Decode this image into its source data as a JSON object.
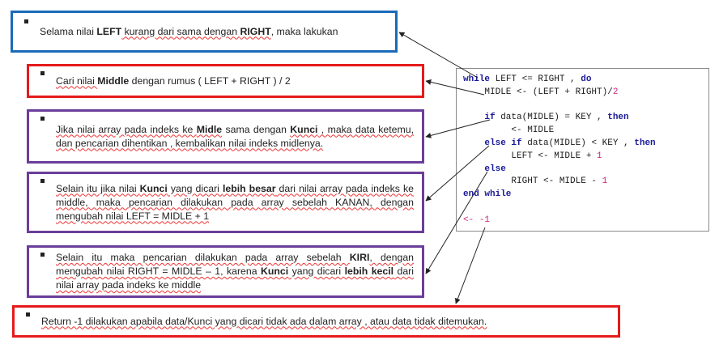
{
  "boxes": {
    "b1": {
      "p1": "Selama nilai ",
      "k1": "LEFT",
      "p2": " kurang dari sama dengan ",
      "k2": "RIGHT",
      "p3": ", maka lakukan"
    },
    "b2": {
      "p1": "Cari nilai ",
      "k1": "Middle",
      "p2": " dengan rumus ( LEFT + RIGHT ) / 2"
    },
    "b3": {
      "p1": "Jika nilai array pada indeks ke ",
      "k1": "Midle",
      "p2": " sama dengan ",
      "k2": "Kunci",
      "p3": " , maka data ketemu, dan pencarian dihentikan , kembalikan nilai indeks midlenya."
    },
    "b4": {
      "p1": "Selain itu jika nilai ",
      "k1": "Kunci",
      "p2": " yang dicari ",
      "k2": "lebih besar",
      "p3": " dari nilai array pada indeks ke middle, maka pencarian dilakukan pada array sebelah KANAN, dengan mengubah nilai LEFT = MIDLE + 1"
    },
    "b5": {
      "p1": "Selain itu maka pencarian dilakukan pada array sebelah ",
      "k1": "KIRI",
      "p2": ", dengan mengubah nilai RIGHT = MIDLE – 1, karena ",
      "k2": "Kunci",
      "p3": " yang dicari ",
      "k3": "lebih kecil",
      "p4": " dari nilai array pada indeks ke middle"
    },
    "b6": {
      "p1": "Return -1 dilakukan apabila data/Kunci yang dicari tidak ada dalam array , atau data tidak ditemukan."
    }
  },
  "code": {
    "l1_kw1": "while",
    "l1_a": " LEFT <= RIGHT , ",
    "l1_kw2": "do",
    "l2_a": "    MIDLE <- (LEFT + RIGHT)/",
    "l2_n": "2",
    "l3_kw1": "if",
    "l3_a": " data(MIDLE) = KEY , ",
    "l3_kw2": "then",
    "l4_a": "         <- MIDLE",
    "l5_kw1": "else if",
    "l5_a": " data(MIDLE) < KEY , ",
    "l5_kw2": "then",
    "l6_a": "         LEFT <- MIDLE + ",
    "l6_n": "1",
    "l7_kw1": "else",
    "l8_a": "         RIGHT <- MIDLE - ",
    "l8_n": "1",
    "l9_kw1": "end while",
    "l10_a": "<- ",
    "l10_n": "-1"
  },
  "colors": {
    "blue": "#1a6ab8",
    "red": "#e51a1a",
    "purple": "#6a3d9a"
  }
}
